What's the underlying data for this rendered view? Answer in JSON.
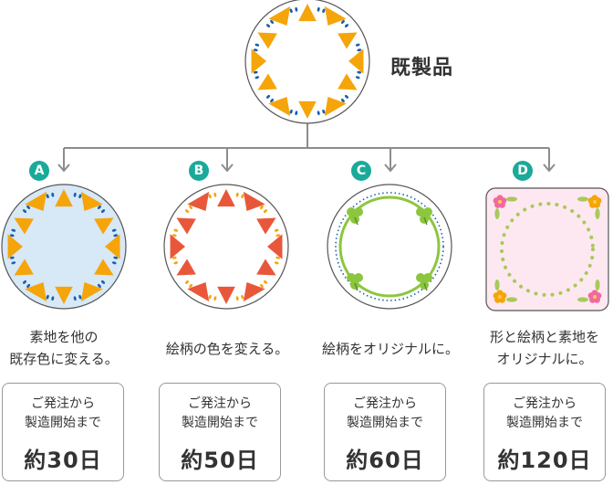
{
  "title": "既製品",
  "badge_color": "#1aaa99",
  "options": [
    {
      "letter": "A",
      "description": "素地を他の\n既存色に変える。",
      "lead": "ご発注から\n製造開始まで",
      "period": "約30日",
      "plate_color": "#d7e8f6",
      "motif_color": "#f5a50a"
    },
    {
      "letter": "B",
      "description": "絵柄の色を変える。",
      "lead": "ご発注から\n製造開始まで",
      "period": "約50日",
      "plate_color": "#ffffff",
      "motif_color": "#e9573b"
    },
    {
      "letter": "C",
      "description": "絵柄をオリジナルに。",
      "lead": "ご発注から\n製造開始まで",
      "period": "約60日",
      "plate_color": "#ffffff",
      "motif_color": "#8cc63f"
    },
    {
      "letter": "D",
      "description": "形と絵柄と素地を\nオリジナルに。",
      "lead": "ご発注から\n製造開始まで",
      "period": "約120日",
      "plate_color": "#fde8f1",
      "motif_color": "#a9c95a"
    }
  ]
}
